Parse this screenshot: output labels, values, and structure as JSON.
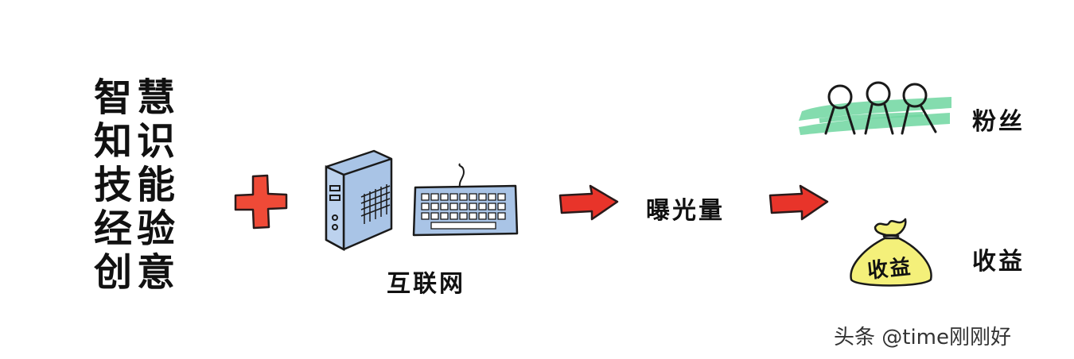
{
  "left_words": [
    "智慧",
    "知识",
    "技能",
    "经验",
    "创意"
  ],
  "labels": {
    "internet": "互联网",
    "exposure": "曝光量",
    "fans": "粉丝",
    "income": "收益",
    "bag_text": "收益"
  },
  "watermark": "头条 @time刚刚好",
  "colors": {
    "plus": "#ef4a37",
    "arrow": "#e8342a",
    "computer": "#a9c4e6",
    "highlight": "#6ed6a0",
    "bag": "#f4f07a"
  }
}
